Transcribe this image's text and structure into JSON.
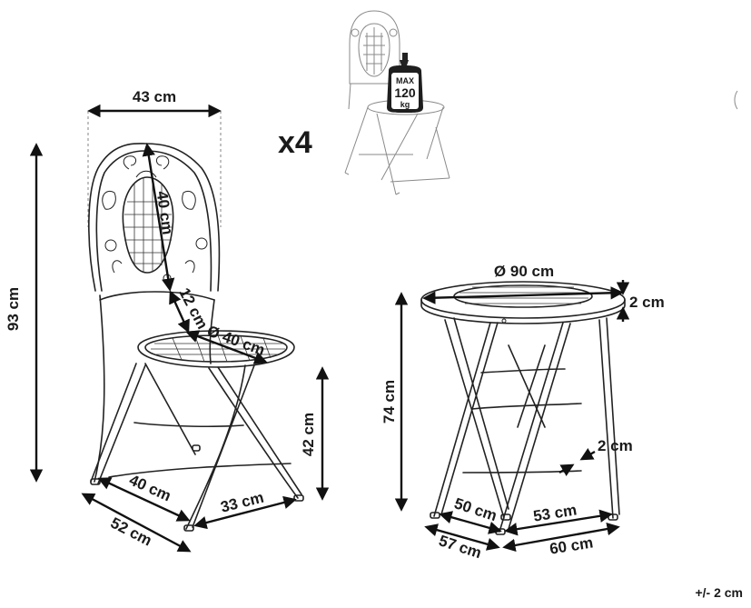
{
  "quantity_label": "x4",
  "max_load": {
    "line1": "MAX",
    "line2": "120",
    "line3": "kg"
  },
  "chair": {
    "width": "43 cm",
    "height": "93 cm",
    "backrest": "40 cm",
    "backrest_gap": "12 cm",
    "seat_diameter": "Ø 40 cm",
    "seat_height": "42 cm",
    "seat_depth_base": "40 cm",
    "folded_depth": "52 cm",
    "base_width": "33 cm"
  },
  "table": {
    "diameter": "Ø 90 cm",
    "top_thickness": "2 cm",
    "height": "74 cm",
    "tube": "2 cm",
    "base_inner_depth": "50 cm",
    "base_outer_depth": "57 cm",
    "base_inner_width": "53 cm",
    "base_outer_width": "60 cm"
  },
  "tolerance": "+/- 2 cm"
}
